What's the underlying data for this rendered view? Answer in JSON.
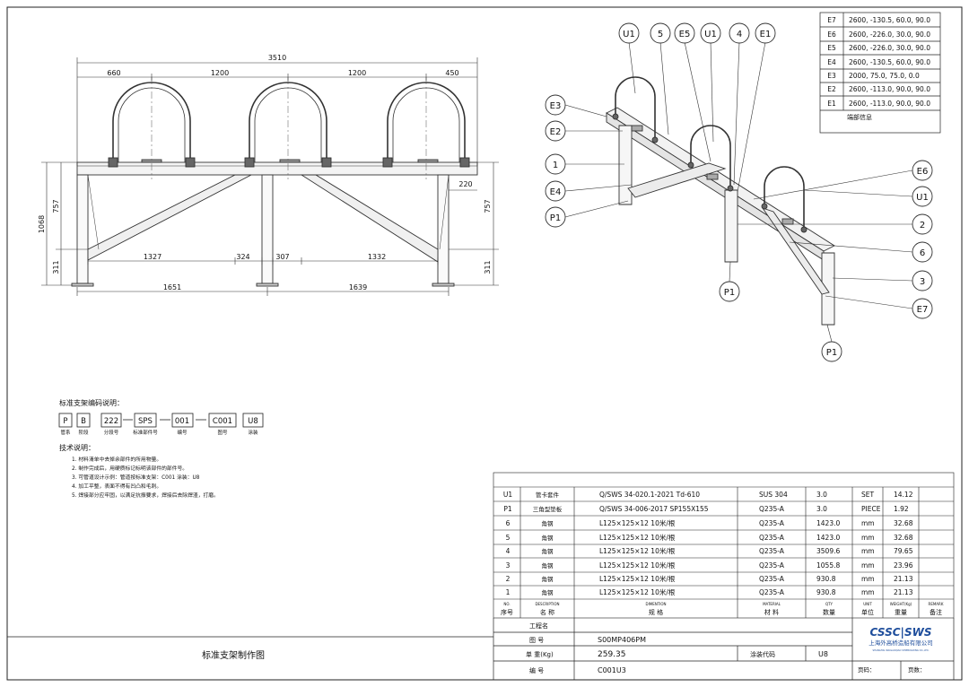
{
  "drawing_title": "标准支架制作图",
  "dimensions": {
    "overall": "3510",
    "top_spans": [
      "660",
      "1200",
      "1200",
      "450"
    ],
    "left_total_height": "1068",
    "left_upper_height": "757",
    "left_lower_height": "311",
    "right_upper_height": "757",
    "right_lower_height": "311",
    "right_offset": "220",
    "mid_spans": [
      "1327",
      "324",
      "307",
      "1332"
    ],
    "bottom_spans": [
      "1651",
      "1639"
    ]
  },
  "balloons_top": [
    "U1",
    "5",
    "E5",
    "U1",
    "4",
    "E1"
  ],
  "balloons_left": [
    "E3",
    "E2",
    "1",
    "E4",
    "P1"
  ],
  "balloons_right": [
    "E6",
    "U1",
    "2",
    "6",
    "3",
    "E7"
  ],
  "balloons_bottom": [
    "P1",
    "P1"
  ],
  "endpoints": {
    "rows": [
      {
        "id": "E7",
        "value": "2600, -130.5, 60.0, 90.0"
      },
      {
        "id": "E6",
        "value": "2600, -226.0, 30.0, 90.0"
      },
      {
        "id": "E5",
        "value": "2600, -226.0, 30.0, 90.0"
      },
      {
        "id": "E4",
        "value": "2600, -130.5, 60.0, 90.0"
      },
      {
        "id": "E3",
        "value": "2000, 75.0, 75.0, 0.0"
      },
      {
        "id": "E2",
        "value": "2600, -113.0, 90.0, 90.0"
      },
      {
        "id": "E1",
        "value": "2600, -113.0, 90.0, 90.0"
      }
    ],
    "caption": "端部信息"
  },
  "code_section": {
    "title": "标准支架编码说明：",
    "boxes": [
      "P",
      "B",
      "222",
      "SPS",
      "001",
      "C001",
      "U8"
    ],
    "labels": [
      "管系",
      "阶段",
      "分段号",
      "标准部件号",
      "编号",
      "图号",
      "涂装"
    ]
  },
  "tech_notes": {
    "title": "技术说明：",
    "lines": [
      "1. 材料清单中去掉余部件的所用物量。",
      "2. 制作完成后，用硬质标记标明该部件的部件号。",
      "3. 可管道设计示例：管道按标准支架：C001 涂装：U8",
      "4. 加工平整，表面不得有凹凸和毛刺。",
      "5. 焊接部分应牢固，以满足抗振要求，焊接后去除焊渣，打磨。"
    ]
  },
  "bom": {
    "rows": [
      {
        "no": "U1",
        "name": "管卡套件",
        "spec": "Q/SWS 34-020.1-2021 Td-610",
        "material": "SUS 304",
        "qty": "3.0",
        "unit": "SET",
        "weight": "14.12"
      },
      {
        "no": "P1",
        "name": "三角型垫板",
        "spec": "Q/SWS 34-006-2017 SP155X155",
        "material": "Q235-A",
        "qty": "3.0",
        "unit": "PIECE",
        "weight": "1.92"
      },
      {
        "no": "6",
        "name": "角钢",
        "spec": "L125×125×12 10米/根",
        "material": "Q235-A",
        "qty": "1423.0",
        "unit": "mm",
        "weight": "32.68"
      },
      {
        "no": "5",
        "name": "角钢",
        "spec": "L125×125×12 10米/根",
        "material": "Q235-A",
        "qty": "1423.0",
        "unit": "mm",
        "weight": "32.68"
      },
      {
        "no": "4",
        "name": "角钢",
        "spec": "L125×125×12 10米/根",
        "material": "Q235-A",
        "qty": "3509.6",
        "unit": "mm",
        "weight": "79.65"
      },
      {
        "no": "3",
        "name": "角钢",
        "spec": "L125×125×12 10米/根",
        "material": "Q235-A",
        "qty": "1055.8",
        "unit": "mm",
        "weight": "23.96"
      },
      {
        "no": "2",
        "name": "角钢",
        "spec": "L125×125×12 10米/根",
        "material": "Q235-A",
        "qty": "930.8",
        "unit": "mm",
        "weight": "21.13"
      },
      {
        "no": "1",
        "name": "角钢",
        "spec": "L125×125×12 10米/根",
        "material": "Q235-A",
        "qty": "930.8",
        "unit": "mm",
        "weight": "21.13"
      }
    ],
    "header": {
      "no_en": "NO.",
      "no_cn": "序号",
      "name_en": "DESCRIPTION",
      "name_cn": "名 称",
      "spec_en": "DIMENTION",
      "spec_cn": "规 格",
      "material_en": "MATERIAL",
      "material_cn": "材 料",
      "qty_en": "QTY",
      "qty_cn": "数量",
      "unit_en": "UNIT",
      "unit_cn": "单位",
      "weight_en": "WEIGHT(Kg)",
      "weight_cn": "重量",
      "remark_en": "REMARK",
      "remark_cn": "备注"
    }
  },
  "title_block": {
    "project_label": "工程名",
    "drawing_no_label": "图 号",
    "drawing_no": "S00MP406PM",
    "weight_label": "单 重(Kg)",
    "weight": "259.35",
    "coating_label": "涂装代码",
    "coating": "U8",
    "number_label": "编 号",
    "number": "C001U3",
    "total_pages_label": "页码：",
    "page_label": "页数：",
    "logo": "CSSC|SWS",
    "company": "上海外高桥造船有限公司",
    "company_en": "SHANGHAI WAIGAOQIAO SHIPBUILDING CO.,LTD."
  }
}
